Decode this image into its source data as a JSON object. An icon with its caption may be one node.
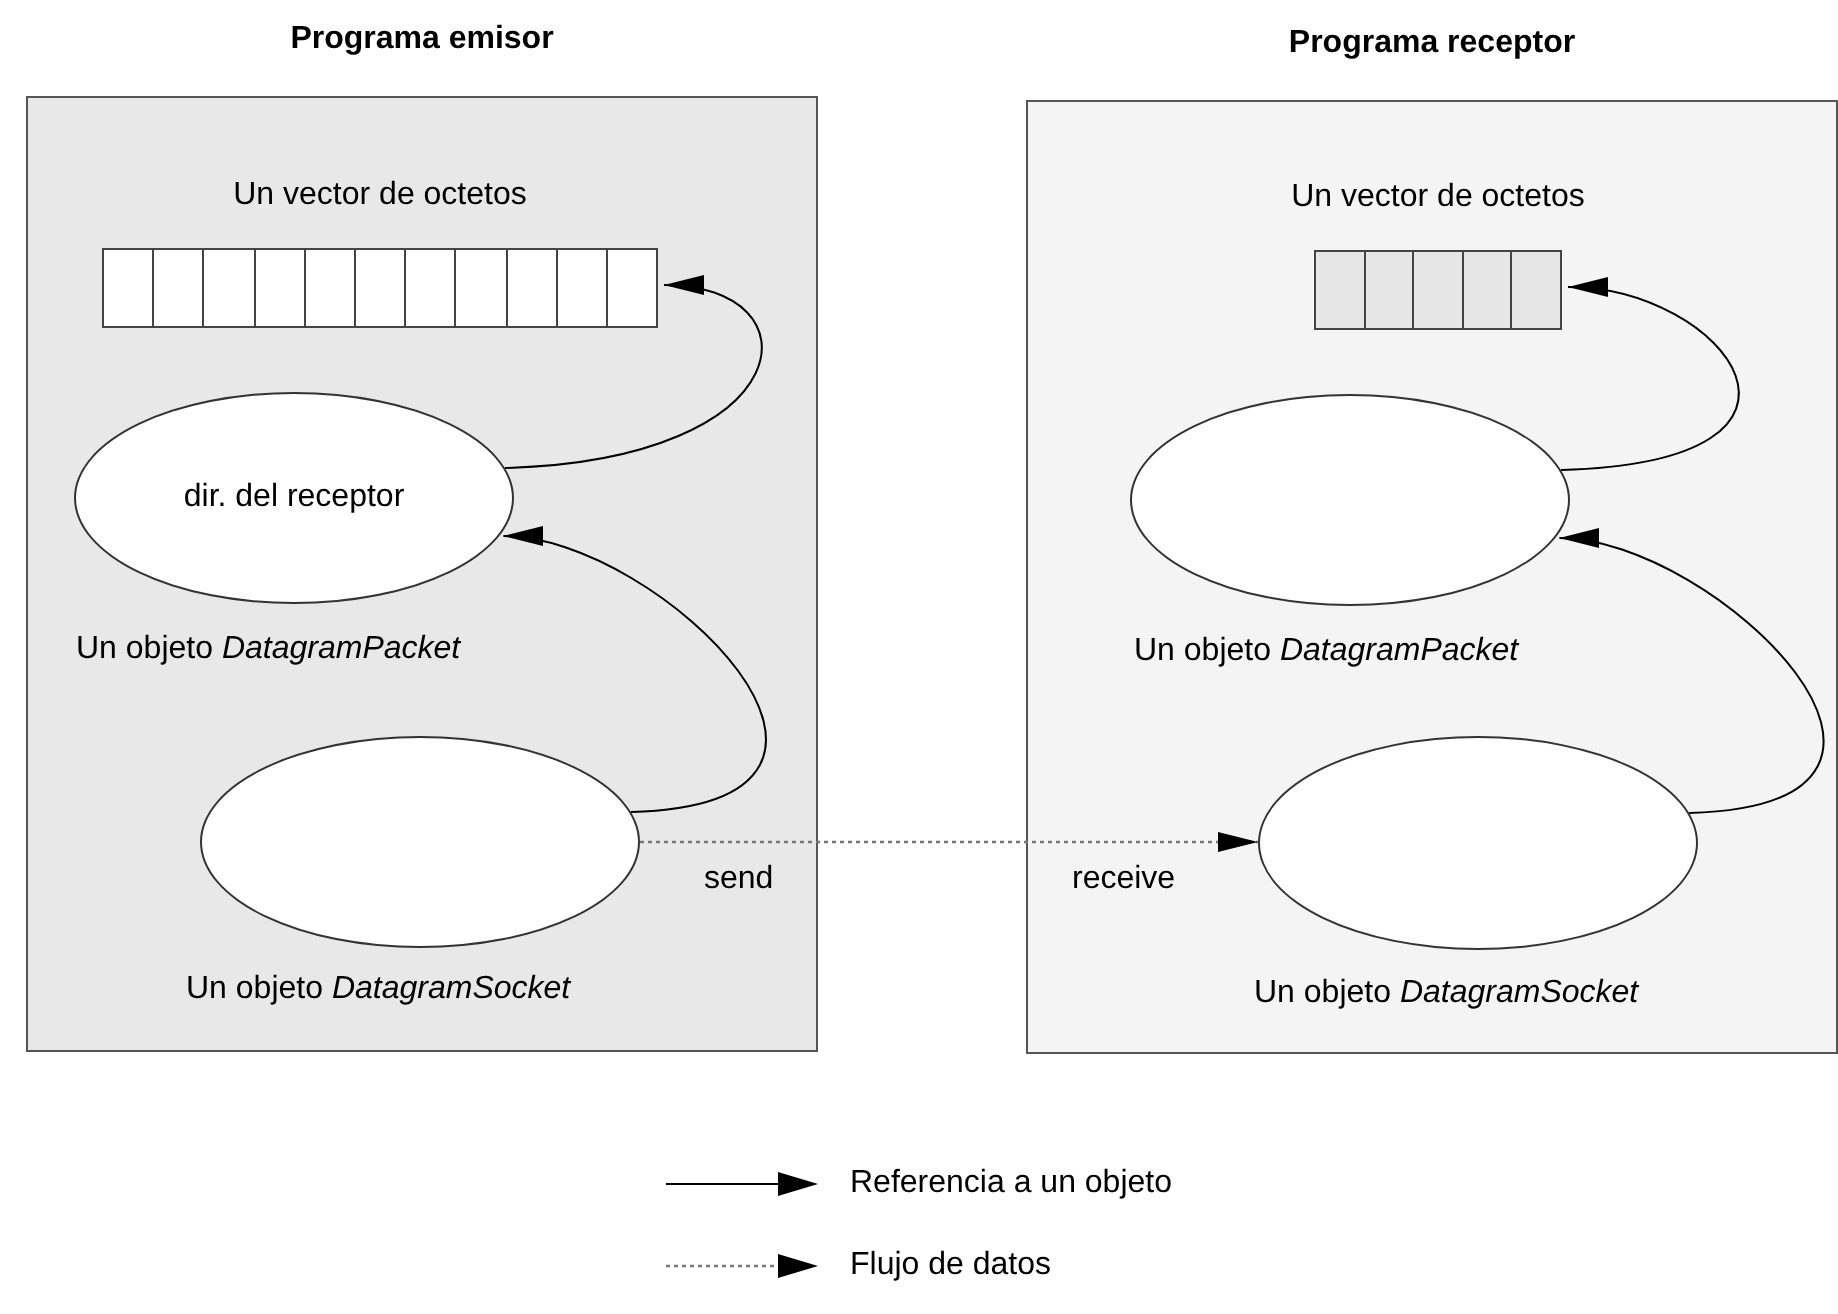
{
  "diagram": {
    "nodes": [
      {
        "text": [
          "Programa emisor"
        ]
      },
      {
        "text": [
          "Un vector de octetos"
        ],
        "in": 0
      },
      {
        "text": [
          "dir. del receptor"
        ],
        "in": 0,
        "beside": [
          "Un objeto *DatagramPacket*"
        ]
      },
      {
        "text": [],
        "shape": "ellipse",
        "in": 0,
        "beside": [
          "Un objeto *DatagramSocket*"
        ]
      },
      {
        "text": [
          "Programa receptor"
        ]
      },
      {
        "text": [
          "Un vector de octetos"
        ],
        "in": 4
      },
      {
        "text": [],
        "shape": "ellipse",
        "in": 4,
        "beside": [
          "Un objeto *DatagramPacket*"
        ]
      },
      {
        "text": [],
        "shape": "ellipse",
        "in": 4,
        "beside": [
          "Un objeto *DatagramSocket*"
        ]
      }
    ],
    "edges": [
      {
        "from": 2,
        "to": 1,
        "arrow": "to"
      },
      {
        "from": 3,
        "to": 2,
        "arrow": "to"
      },
      {
        "from": 3,
        "to": 7,
        "arrow": "to",
        "style": "dashed",
        "color": "#777777"
      },
      {
        "from": 6,
        "to": 5,
        "arrow": "to"
      },
      {
        "from": 7,
        "to": 6,
        "arrow": "to"
      }
    ],
    "labels": [
      "send",
      "receive"
    ],
    "legend": [
      {
        "text": "Referencia a un objeto"
      },
      {
        "text": "Flujo de datos"
      }
    ]
  }
}
